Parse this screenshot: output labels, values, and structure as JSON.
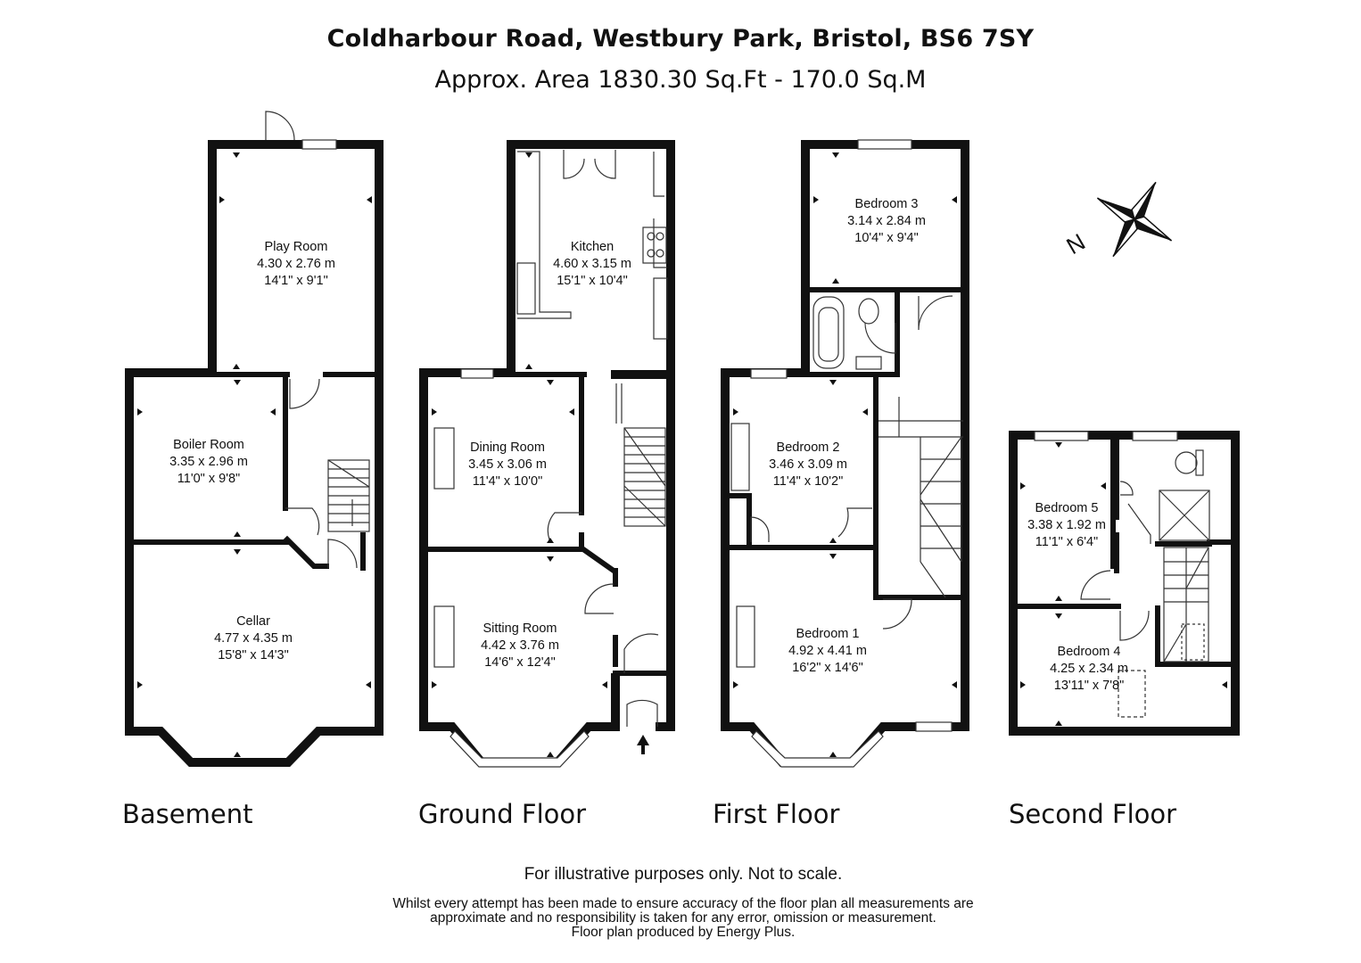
{
  "header": {
    "address": "Coldharbour Road, Westbury Park, Bristol, BS6 7SY",
    "area": "Approx. Area 1830.30 Sq.Ft - 170.0 Sq.M"
  },
  "floors": {
    "basement": "Basement",
    "ground": "Ground Floor",
    "first": "First Floor",
    "second": "Second Floor"
  },
  "rooms": {
    "play_room": {
      "name": "Play Room",
      "metric": "4.30 x 2.76 m",
      "imperial": "14'1\" x 9'1\""
    },
    "boiler_room": {
      "name": "Boiler Room",
      "metric": "3.35 x 2.96 m",
      "imperial": "11'0\" x 9'8\""
    },
    "cellar": {
      "name": "Cellar",
      "metric": "4.77 x 4.35 m",
      "imperial": "15'8\" x 14'3\""
    },
    "kitchen": {
      "name": "Kitchen",
      "metric": "4.60 x 3.15 m",
      "imperial": "15'1\" x 10'4\""
    },
    "dining_room": {
      "name": "Dining Room",
      "metric": "3.45 x 3.06 m",
      "imperial": "11'4\" x 10'0\""
    },
    "sitting_room": {
      "name": "Sitting Room",
      "metric": "4.42 x 3.76 m",
      "imperial": "14'6\" x 12'4\""
    },
    "bedroom_3": {
      "name": "Bedroom 3",
      "metric": "3.14 x 2.84 m",
      "imperial": "10'4\" x 9'4\""
    },
    "bedroom_2": {
      "name": "Bedroom 2",
      "metric": "3.46 x 3.09 m",
      "imperial": "11'4\" x 10'2\""
    },
    "bedroom_1": {
      "name": "Bedroom 1",
      "metric": "4.92 x 4.41 m",
      "imperial": "16'2\" x 14'6\""
    },
    "bedroom_5": {
      "name": "Bedroom 5",
      "metric": "3.38 x 1.92 m",
      "imperial": "11'1\" x 6'4\""
    },
    "bedroom_4": {
      "name": "Bedroom 4",
      "metric": "4.25 x 2.34 m",
      "imperial": "13'11\" x 7'8\""
    }
  },
  "compass": {
    "label": "N",
    "icon": "compass-star-icon"
  },
  "disclaimer": {
    "main": "For illustrative purposes only. Not to scale.",
    "line1": "Whilst every attempt has been made to ensure accuracy of the floor plan all measurements are",
    "line2": "approximate and no responsibility is taken for any error, omission or measurement.",
    "line3": "Floor plan produced by Energy Plus."
  }
}
